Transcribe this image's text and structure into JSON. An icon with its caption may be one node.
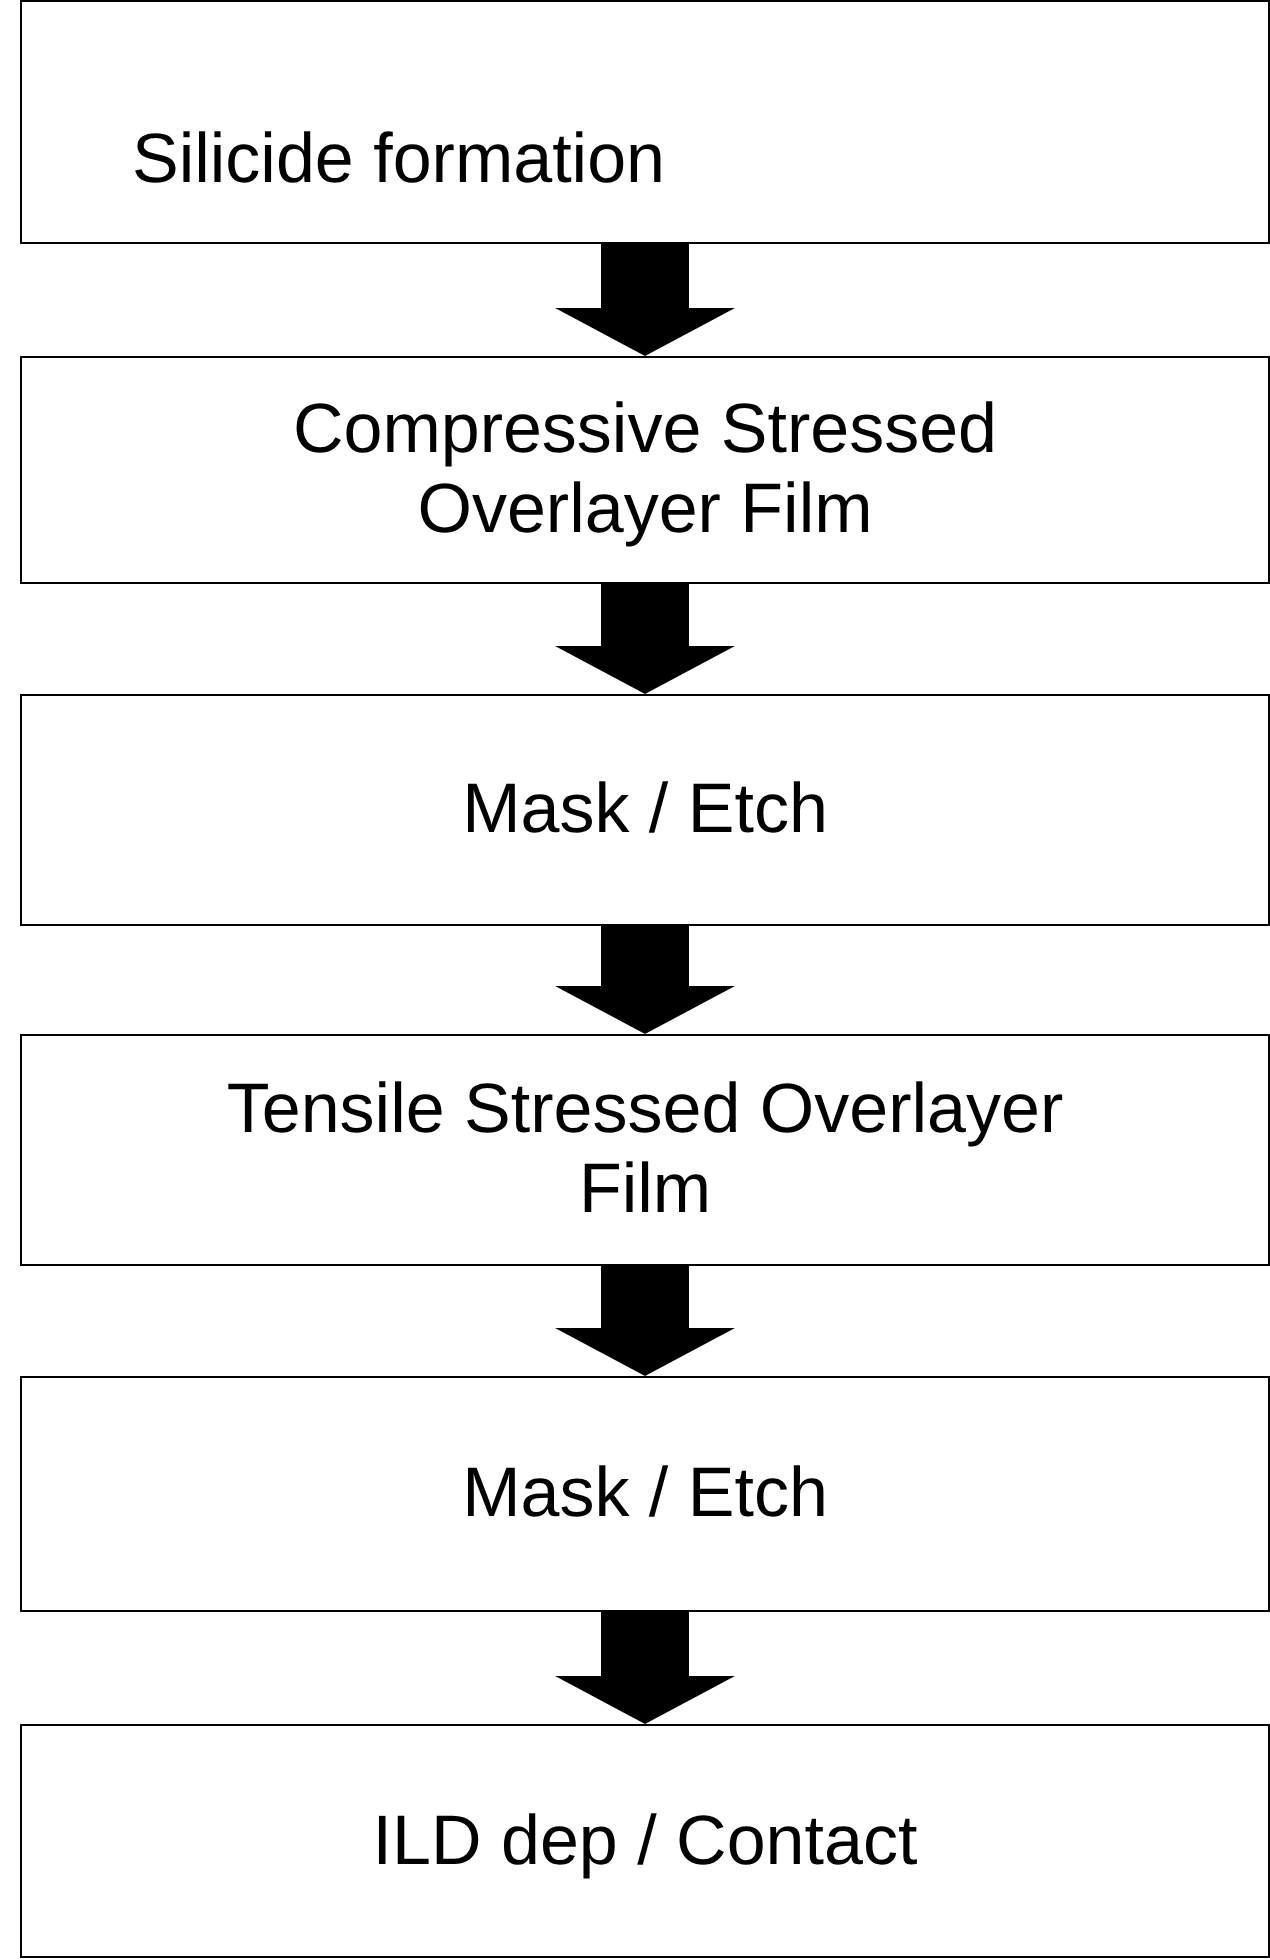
{
  "diagram": {
    "nodes": [
      {
        "text": [
          "Silicide formation"
        ]
      },
      {
        "text": [
          "Compressive Stressed Overlayer Film"
        ]
      },
      {
        "text": [
          "Mask / Etch"
        ]
      },
      {
        "text": [
          "Tensile Stressed Overlayer Film"
        ]
      },
      {
        "text": [
          "Mask / Etch"
        ]
      },
      {
        "text": [
          "ILD dep / Contact"
        ]
      }
    ],
    "edges": [
      {
        "from": 0,
        "to": 1,
        "arrow": "to"
      },
      {
        "from": 1,
        "to": 2,
        "arrow": "to"
      },
      {
        "from": 2,
        "to": 3,
        "arrow": "to"
      },
      {
        "from": 3,
        "to": 4,
        "arrow": "to"
      },
      {
        "from": 4,
        "to": 5,
        "arrow": "to"
      }
    ]
  }
}
